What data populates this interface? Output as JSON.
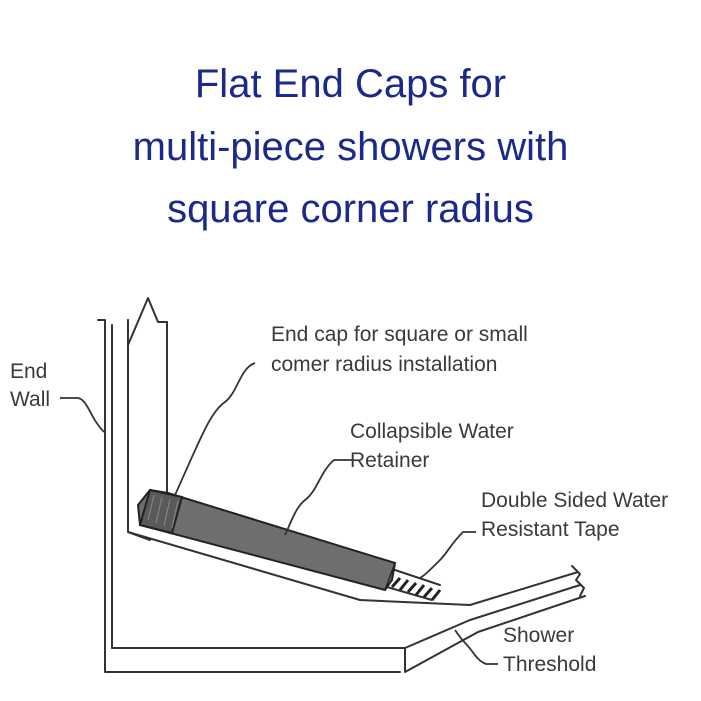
{
  "title": {
    "line1": "Flat End Caps for",
    "line2": "multi-piece showers with",
    "line3": "square corner radius"
  },
  "callouts": {
    "end_wall": {
      "line1": "End",
      "line2": "Wall"
    },
    "end_cap": {
      "line1": "End cap for square or small",
      "line2": "comer radius installation"
    },
    "retainer": {
      "line1": "Collapsible Water",
      "line2": "Retainer"
    },
    "tape": {
      "line1": "Double Sided Water",
      "line2": "Resistant Tape"
    },
    "threshold": {
      "line1": "Shower",
      "line2": "Threshold"
    }
  },
  "colors": {
    "title": "#1b2a8a",
    "label": "#3a3a3a",
    "retainer_fill": "#6e6e6e",
    "line": "#333333"
  }
}
